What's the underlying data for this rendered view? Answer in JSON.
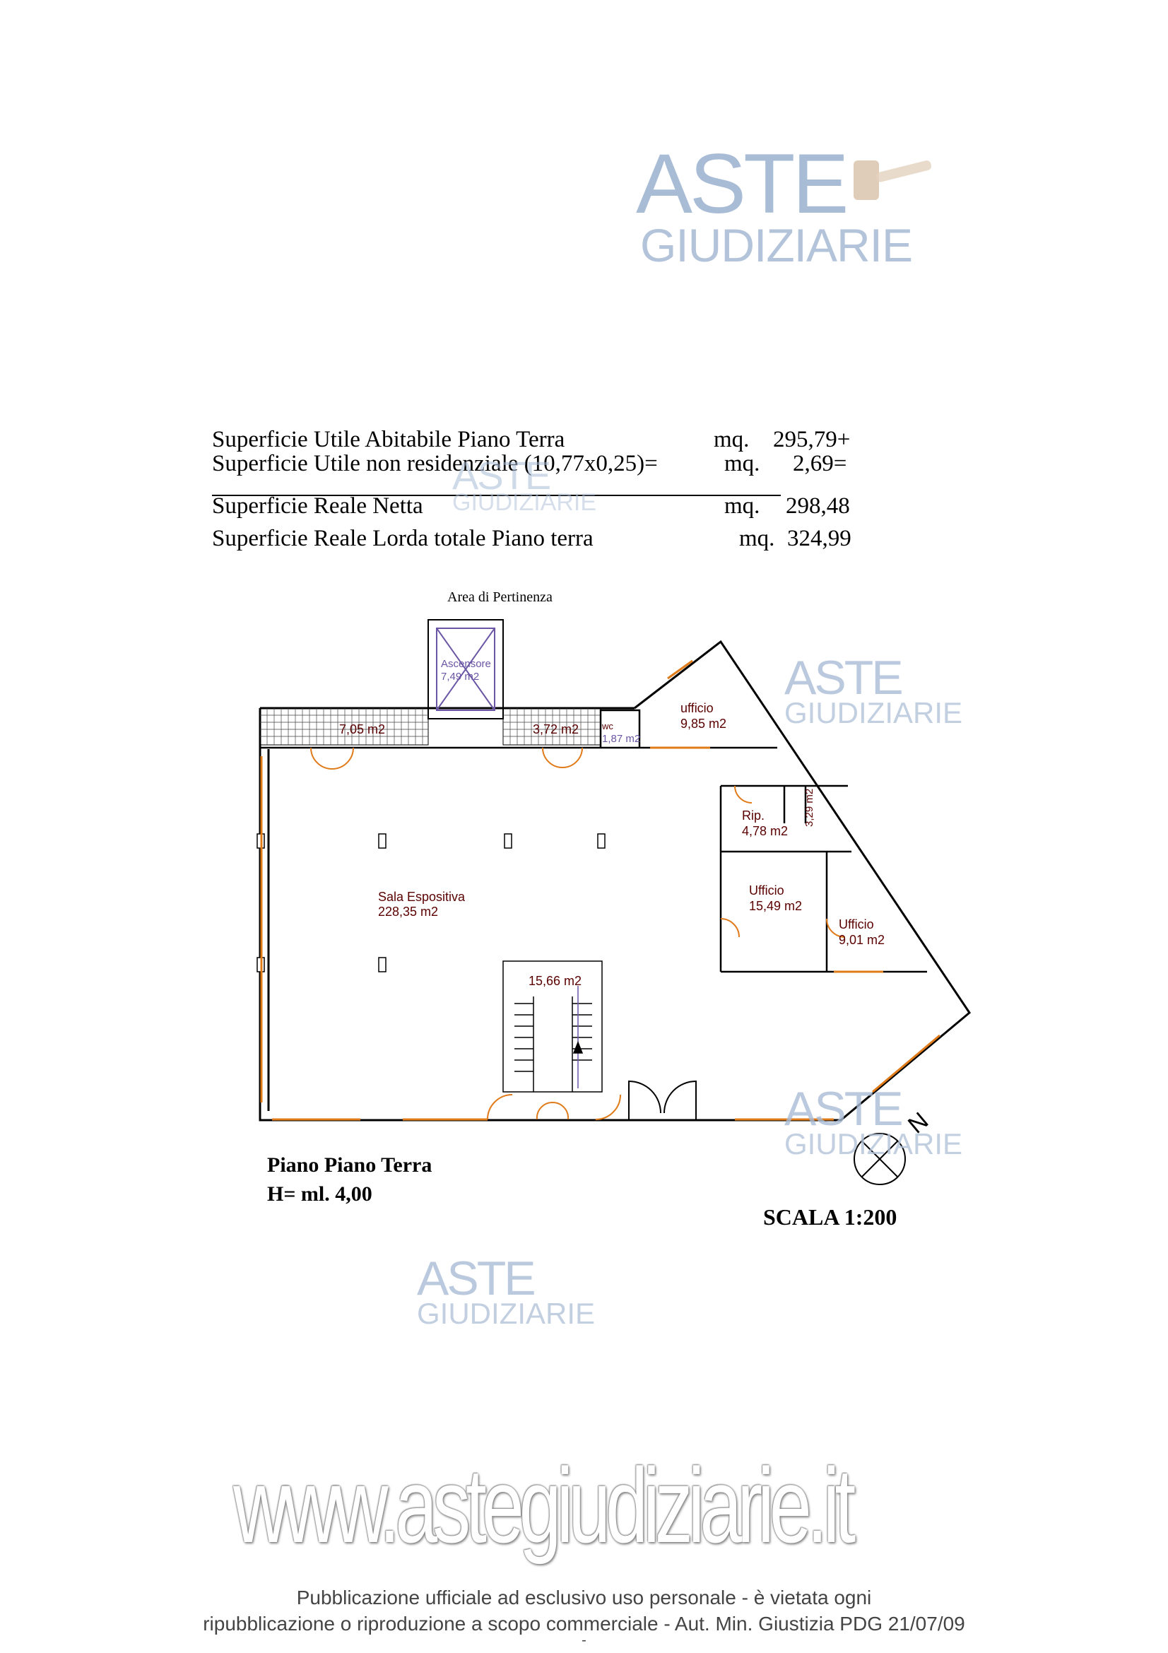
{
  "watermark": {
    "brand_line1": "ASTE",
    "brand_line2": "GIUDIZIARIE",
    "url": "www.astegiudiziarie.it",
    "brand_color": "#9db2cf",
    "gavel_color": "#c9a78a"
  },
  "surfaces": [
    {
      "label": "Superficie Utile Abitabile Piano Terra",
      "unit": "mq.",
      "value": "295,79+"
    },
    {
      "label": "Superficie Utile non residenziale (10,77x0,25)=",
      "unit": "mq.",
      "value": "2,69="
    },
    {
      "label": "Superficie Reale Netta",
      "unit": "mq.",
      "value": "298,48"
    },
    {
      "label": "Superficie Reale Lorda totale Piano terra",
      "unit": "mq.",
      "value": "324,99"
    }
  ],
  "plan": {
    "area_label": "Area di Pertinenza",
    "rooms": [
      {
        "name": "Ascensore",
        "area": "7,49 m2"
      },
      {
        "name": "",
        "area": "7,05 m2"
      },
      {
        "name": "",
        "area": "3,72 m2"
      },
      {
        "name": "wc",
        "area": "1,87 m2"
      },
      {
        "name": "ufficio",
        "area": "9,85 m2"
      },
      {
        "name": "Rip.",
        "area": "4,78 m2"
      },
      {
        "name": "",
        "area": "3,29 m2"
      },
      {
        "name": "Sala Espositiva",
        "area": "228,35 m2"
      },
      {
        "name": "Ufficio",
        "area": "15,49 m2"
      },
      {
        "name": "Ufficio",
        "area": "9,01 m2"
      },
      {
        "name": "",
        "area": "15,66 m2"
      }
    ],
    "north_label": "N",
    "floor_title": "Piano Piano Terra",
    "height": "H= ml. 4,00",
    "scale": "SCALA 1:200",
    "wall_color": "#000000",
    "window_color": "#e07b1a"
  },
  "footer": {
    "line1": "Pubblicazione ufficiale ad esclusivo uso personale - è vietata ogni",
    "line2": "ripubblicazione o riproduzione a scopo commerciale - Aut. Min. Giustizia PDG 21/07/09",
    "line3": "-"
  }
}
